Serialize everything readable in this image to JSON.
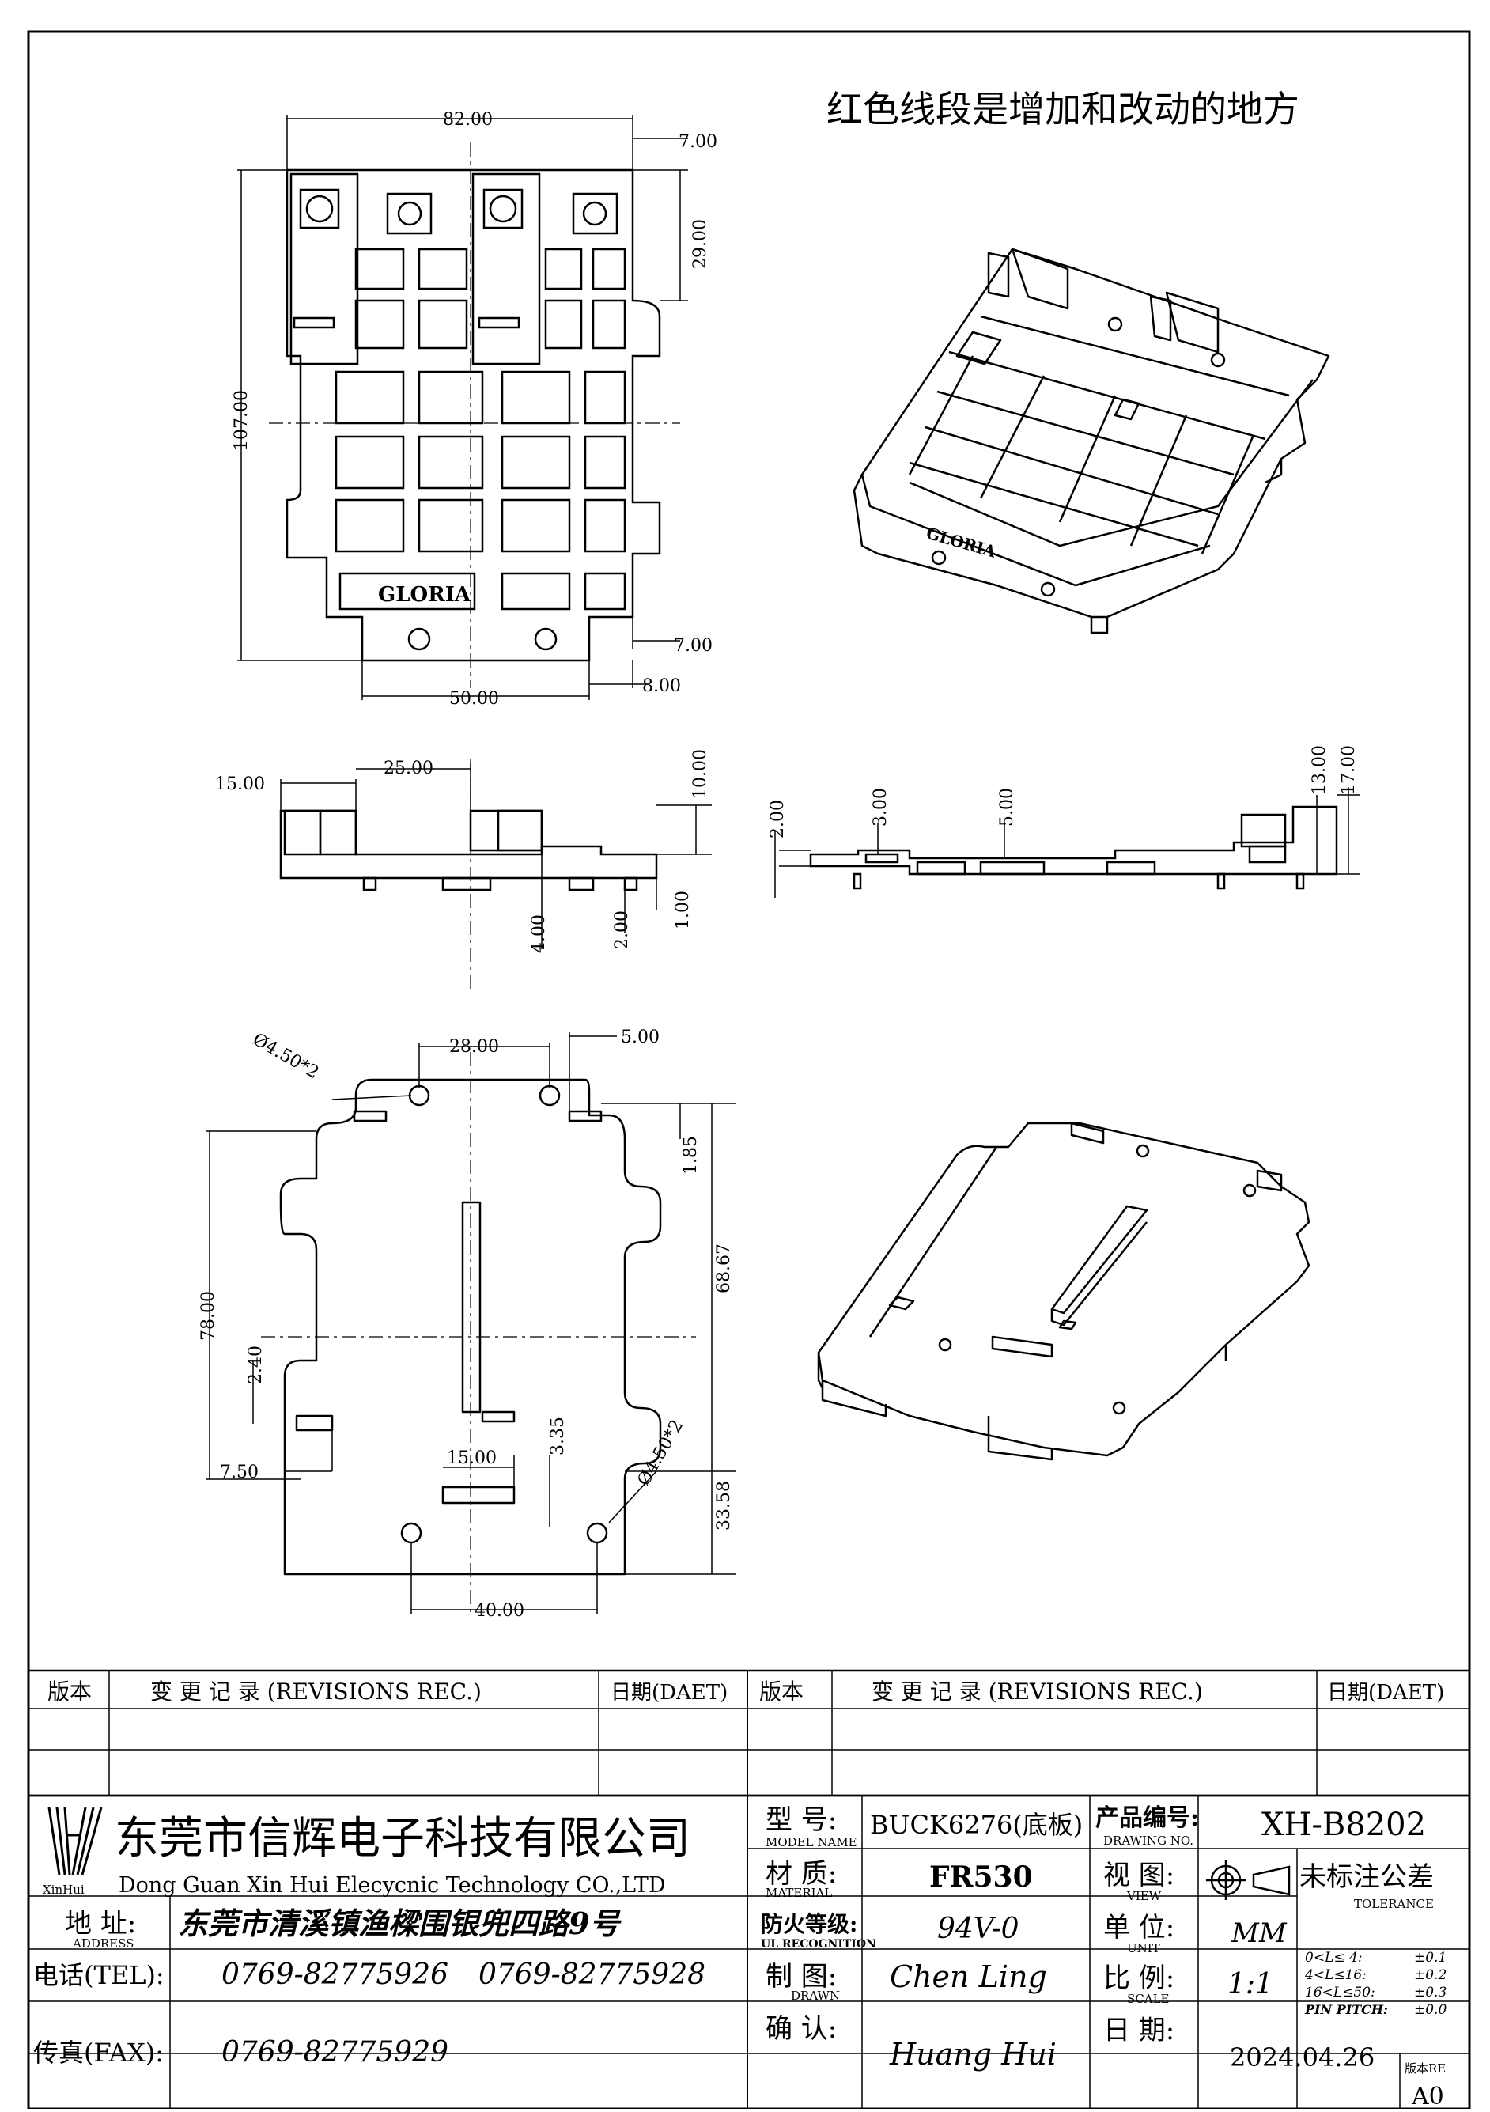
{
  "note": "红色线段是增加和改动的地方",
  "dims": {
    "top_width": "82.00",
    "top_right_offset": "7.00",
    "top_right_height": "29.00",
    "top_height": "107.00",
    "top_bottom_offset": "7.00",
    "top_bottom_width": "50.00",
    "top_bottom_right": "8.00",
    "side_left": "15.00",
    "side_gap": "25.00",
    "side_height": "10.00",
    "side_leg": "4.00",
    "side_foot": "2.00",
    "side_base": "1.00",
    "front_a": "2.00",
    "front_b": "3.00",
    "front_c": "5.00",
    "front_d": "13.00",
    "front_e": "17.00",
    "bot_hole": "Ø4.50*2",
    "bot_hole_span": "28.00",
    "bot_right_tab": "5.00",
    "bot_small": "1.85",
    "bot_height_r": "68.67",
    "bot_height_l": "78.00",
    "bot_tab_h": "2.40",
    "bot_tab_w": "7.50",
    "bot_slot_w": "15.00",
    "bot_slot_h": "3.35",
    "bot_hole2": "Ø4.50*2",
    "bot_lower": "33.58",
    "bot_bottom_span": "40.00"
  },
  "part_label": "GLORIA",
  "revisions": {
    "col_version": "版本",
    "col_change": "变 更 记 录  (REVISIONS REC.)",
    "col_date": "日期(DAET)"
  },
  "title_block": {
    "company_cn": "东莞市信辉电子科技有限公司",
    "company_en": "Dong Guan Xin Hui Elecycnic Technology CO.,LTD",
    "logo_text": "XinHui",
    "address_label": "地  址:",
    "address_label_en": "ADDRESS",
    "address": "东莞市清溪镇渔樑围银兜四路9号",
    "tel_label": "电话(TEL):",
    "tel1": "0769-82775926",
    "tel2": "0769-82775928",
    "fax_label": "传真(FAX):",
    "fax": "0769-82775929",
    "model_label": "型  号:",
    "model_label_en": "MODEL NAME",
    "model": "BUCK6276(底板)",
    "material_label": "材  质:",
    "material_label_en": "MATERIAL",
    "material": "FR530",
    "fire_label": "防火等级:",
    "fire_label_en": "UL RECOGNITION",
    "fire": "94V-0",
    "drawn_label": "制  图:",
    "drawn_label_en": "DRAWN",
    "drawn": "Chen Ling",
    "check_label": "确  认:",
    "check": "Huang Hui",
    "drawing_no_label": "产品编号:",
    "drawing_no_label_en": "DRAWING NO.",
    "drawing_no": "XH-B8202",
    "view_label": "视  图:",
    "view_label_en": "VIEW",
    "unit_label": "单  位:",
    "unit_label_en": "UNIT",
    "unit": "MM",
    "scale_label": "比  例:",
    "scale_label_en": "SCALE",
    "scale": "1:1",
    "date_label": "日  期:",
    "date": "2024.04.26",
    "version_label": "版本RE",
    "version": "A0",
    "tolerance_title": "未标注公差",
    "tolerance_en": "TOLERANCE",
    "tol1": "0<L≤ 4:",
    "tol1v": "±0.1",
    "tol2": "4<L≤16:",
    "tol2v": "±0.2",
    "tol3": "16<L≤50:",
    "tol3v": "±0.3",
    "tol4": "PIN PITCH:",
    "tol4v": "±0.0"
  }
}
